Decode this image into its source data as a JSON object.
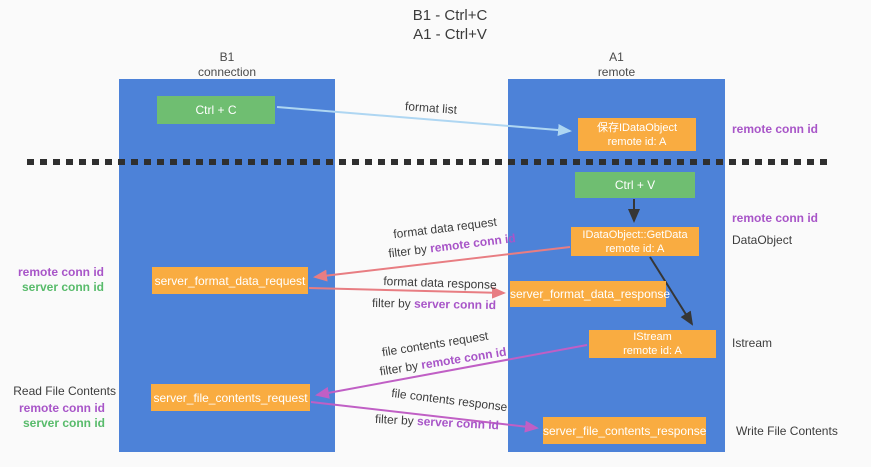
{
  "title": {
    "line1": "B1 - Ctrl+C",
    "line2": "A1 - Ctrl+V"
  },
  "lanes": {
    "left": {
      "name": "B1",
      "role": "connection"
    },
    "right": {
      "name": "A1",
      "role": "remote"
    }
  },
  "nodes": {
    "ctrl_c": "Ctrl + C",
    "save_idataobject_line1": "保存IDataObject",
    "save_idataobject_line2": "remote id: A",
    "ctrl_v": "Ctrl + V",
    "getdata_line1": "IDataObject::GetData",
    "getdata_line2": "remote id: A",
    "server_format_data_request": "server_format_data_request",
    "server_format_data_response": "server_format_data_response",
    "istream_line1": "IStream",
    "istream_line2": "remote id: A",
    "server_file_contents_request": "server_file_contents_request",
    "server_file_contents_response": "server_file_contents_response"
  },
  "left_labels": {
    "remote_conn_id_1": "remote conn id",
    "server_conn_id_1": "server conn id",
    "read_file_contents": "Read File Contents",
    "remote_conn_id_2": "remote conn id",
    "server_conn_id_2": "server conn id"
  },
  "right_labels": {
    "remote_conn_id_1": "remote conn id",
    "remote_conn_id_2": "remote conn id",
    "dataobject": "DataObject",
    "istream": "Istream",
    "write_file_contents": "Write File Contents"
  },
  "arrow_labels": {
    "format_list": "format list",
    "format_data_request": "format data request",
    "format_data_response": "format data response",
    "file_contents_request": "file contents request",
    "file_contents_response": "file contents response",
    "filter_by": "filter by ",
    "remote_conn_id": "remote conn id",
    "server_conn_id": "server conn id"
  },
  "colors": {
    "lane_blue": "#4d82d8",
    "box_orange": "#f9ac41",
    "box_green": "#6fbe71",
    "arrow_blue": "#aed6f2",
    "arrow_black": "#363636",
    "arrow_salmon": "#e87d82",
    "arrow_magenta": "#c05fc5",
    "label_purple": "#a855c8",
    "label_green": "#58bb6b",
    "dash_line": "#2f2f2f",
    "background": "#fafafa"
  }
}
